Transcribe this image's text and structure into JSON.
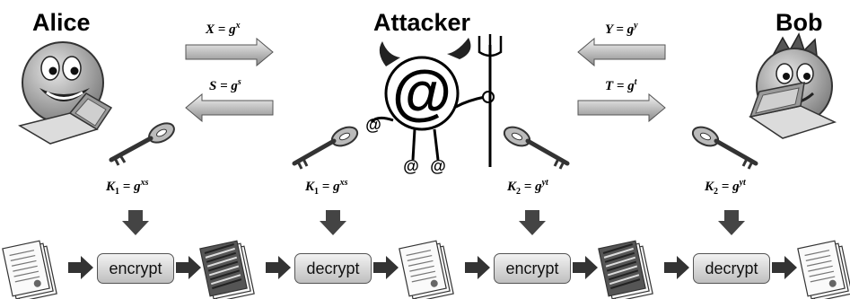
{
  "actors": {
    "alice": "Alice",
    "attacker": "Attacker",
    "bob": "Bob"
  },
  "messages": {
    "alice_to_attacker": {
      "var": "X",
      "base": "g",
      "exp": "x"
    },
    "attacker_to_alice": {
      "var": "S",
      "base": "g",
      "exp": "s"
    },
    "bob_to_attacker": {
      "var": "Y",
      "base": "g",
      "exp": "y"
    },
    "attacker_to_bob": {
      "var": "T",
      "base": "g",
      "exp": "t"
    }
  },
  "keys": {
    "alice": {
      "name": "K",
      "sub": "1",
      "base": "g",
      "exp": "xs"
    },
    "attacker_1": {
      "name": "K",
      "sub": "1",
      "base": "g",
      "exp": "xs"
    },
    "attacker_2": {
      "name": "K",
      "sub": "2",
      "base": "g",
      "exp": "yt"
    },
    "bob": {
      "name": "K",
      "sub": "2",
      "base": "g",
      "exp": "yt"
    }
  },
  "operations": [
    "encrypt",
    "decrypt",
    "encrypt",
    "decrypt"
  ],
  "colors": {
    "arrow_fill_light": "#f0f0f0",
    "arrow_fill_dark": "#8c8c8c",
    "down_arrow": "#444444",
    "face": "#b0b0b0"
  }
}
